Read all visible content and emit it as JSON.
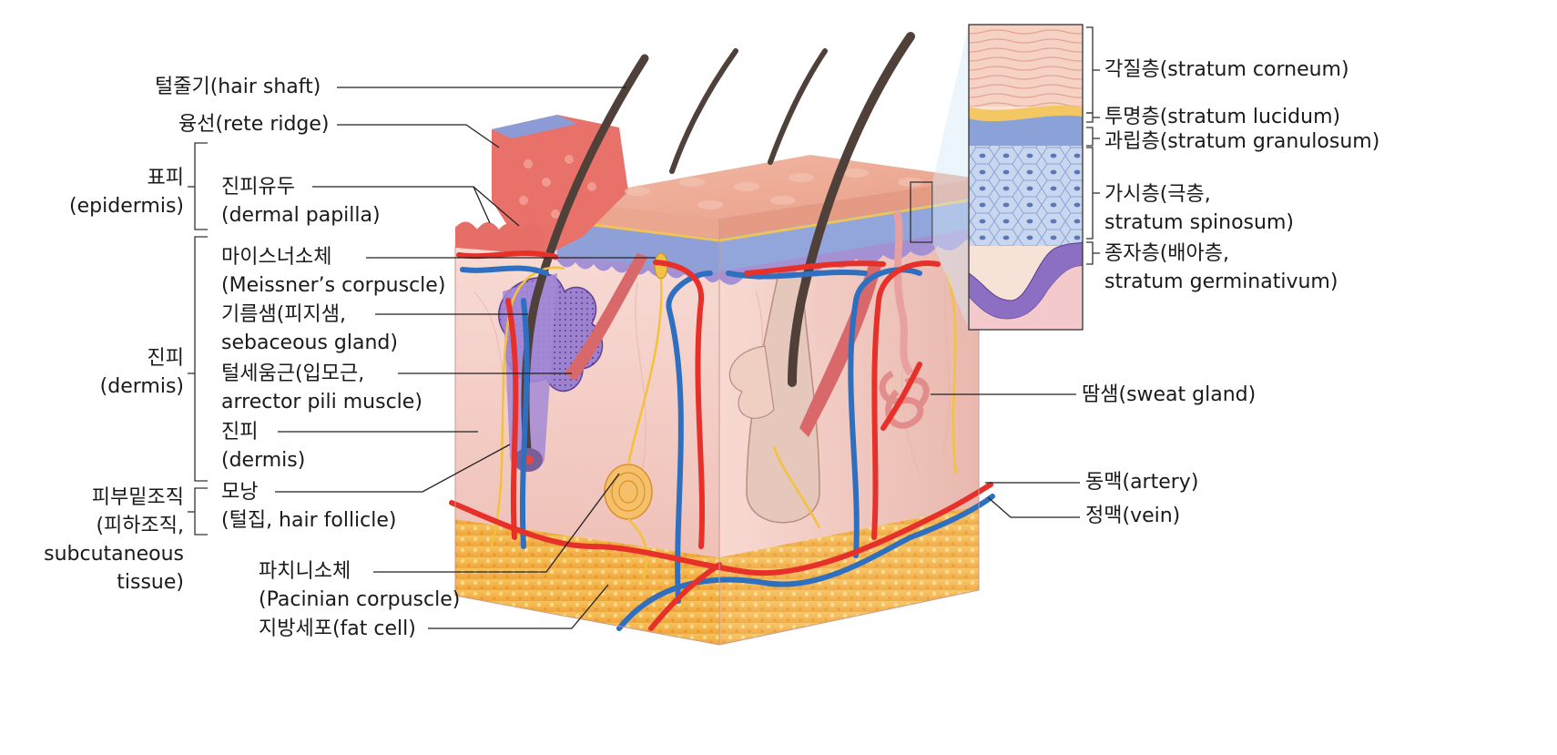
{
  "labels": {
    "hair_shaft": "털줄기(hair shaft)",
    "rete_ridge": "융선(rete ridge)",
    "epidermis": [
      "표피",
      "(epidermis)"
    ],
    "dermal_papilla": [
      "진피유두",
      "(dermal papilla)"
    ],
    "meissner": [
      "마이스너소체",
      "(Meissner’s corpuscle)"
    ],
    "sebaceous": [
      "기름샘(피지샘,",
      "sebaceous gland)"
    ],
    "arrector": [
      "털세움근(입모근,",
      "arrector pili muscle)"
    ],
    "dermis_section": [
      "진피",
      "(dermis)"
    ],
    "dermis_inner": [
      "진피",
      "(dermis)"
    ],
    "hair_follicle": [
      "모낭",
      "(털집, hair follicle)"
    ],
    "subcutaneous": [
      "피부밑조직",
      "(피하조직,",
      "subcutaneous",
      "tissue)"
    ],
    "pacinian": [
      "파치니소체",
      "(Pacinian corpuscle)"
    ],
    "fat_cell": "지방세포(fat cell)",
    "stratum_corneum": "각질층(stratum corneum)",
    "stratum_lucidum": "투명층(stratum lucidum)",
    "stratum_granulosum": "과립층(stratum granulosum)",
    "stratum_spinosum": [
      "가시층(극층,",
      "stratum spinosum)"
    ],
    "stratum_germinativum": [
      "종자층(배아층,",
      "stratum germinativum)"
    ],
    "sweat_gland": "땀샘(sweat gland)",
    "artery": "동맥(artery)",
    "vein": "정맥(vein)"
  },
  "colors": {
    "artery": "#e8302a",
    "vein": "#2f6fc0",
    "nerve": "#f2c23a",
    "epidermis": "#e48f7a",
    "dermis": "#f6d3cc",
    "fat": "#f4b24a",
    "gland": "#8c6fc2",
    "hair": "#5a4a44"
  }
}
